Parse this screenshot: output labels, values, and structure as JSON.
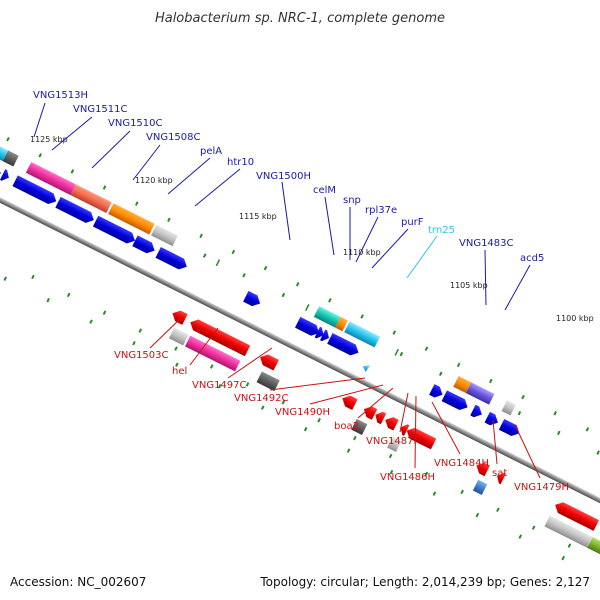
{
  "title": "Halobacterium sp. NRC-1, complete genome",
  "footer": {
    "accession": "Accession: NC_002607",
    "summary": "Topology: circular; Length: 2,014,239 bp; Genes: 2,127"
  },
  "colors": {
    "upper_labels": "#1a1aa6",
    "lower_labels": "#cc1111",
    "rna_label": "#33c1e6",
    "backbone": "#777777",
    "dots": "#2a8a2a"
  },
  "scale_labels": [
    "1125 kbp",
    "1120 kbp",
    "1115 kbp",
    "1110 kbp",
    "1105 kbp",
    "1100 kbp"
  ],
  "upper_genes": [
    "VNG1513H",
    "VNG1511C",
    "VNG1510C",
    "VNG1508C",
    "pelA",
    "htr10",
    "VNG1500H",
    "celM",
    "snp",
    "rpl37e",
    "purF",
    "trn25",
    "VNG1483C",
    "acd5"
  ],
  "lower_genes": [
    "VNG1503C",
    "hel",
    "VNG1497C",
    "VNG1492C",
    "VNG1490H",
    "boa2",
    "VNG1487H",
    "VNG1486H",
    "VNG1484H",
    "sat",
    "VNG1479H"
  ]
}
